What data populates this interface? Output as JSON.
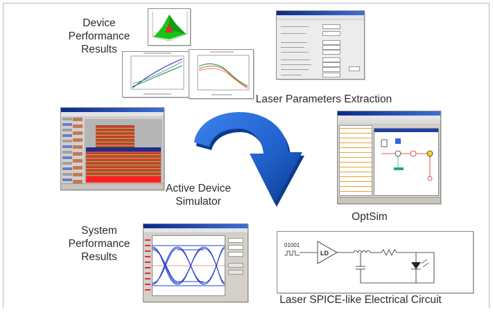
{
  "labels": {
    "device_performance": [
      "Device",
      "Performance",
      "Results"
    ],
    "laser_params": "Laser Parameters Extraction",
    "active_device": [
      "Active Device",
      "Simulator"
    ],
    "optsim": "OptSim",
    "system_performance": [
      "System",
      "Performance",
      "Results"
    ],
    "spice": "Laser SPICE-like Electrical Circuit"
  },
  "circuit": {
    "bits": "01001",
    "driver": "LD"
  },
  "colors": {
    "arrow": "#1f5fc9",
    "arrow_dark": "#0d3a8c",
    "eye": "#1f3fcf"
  }
}
